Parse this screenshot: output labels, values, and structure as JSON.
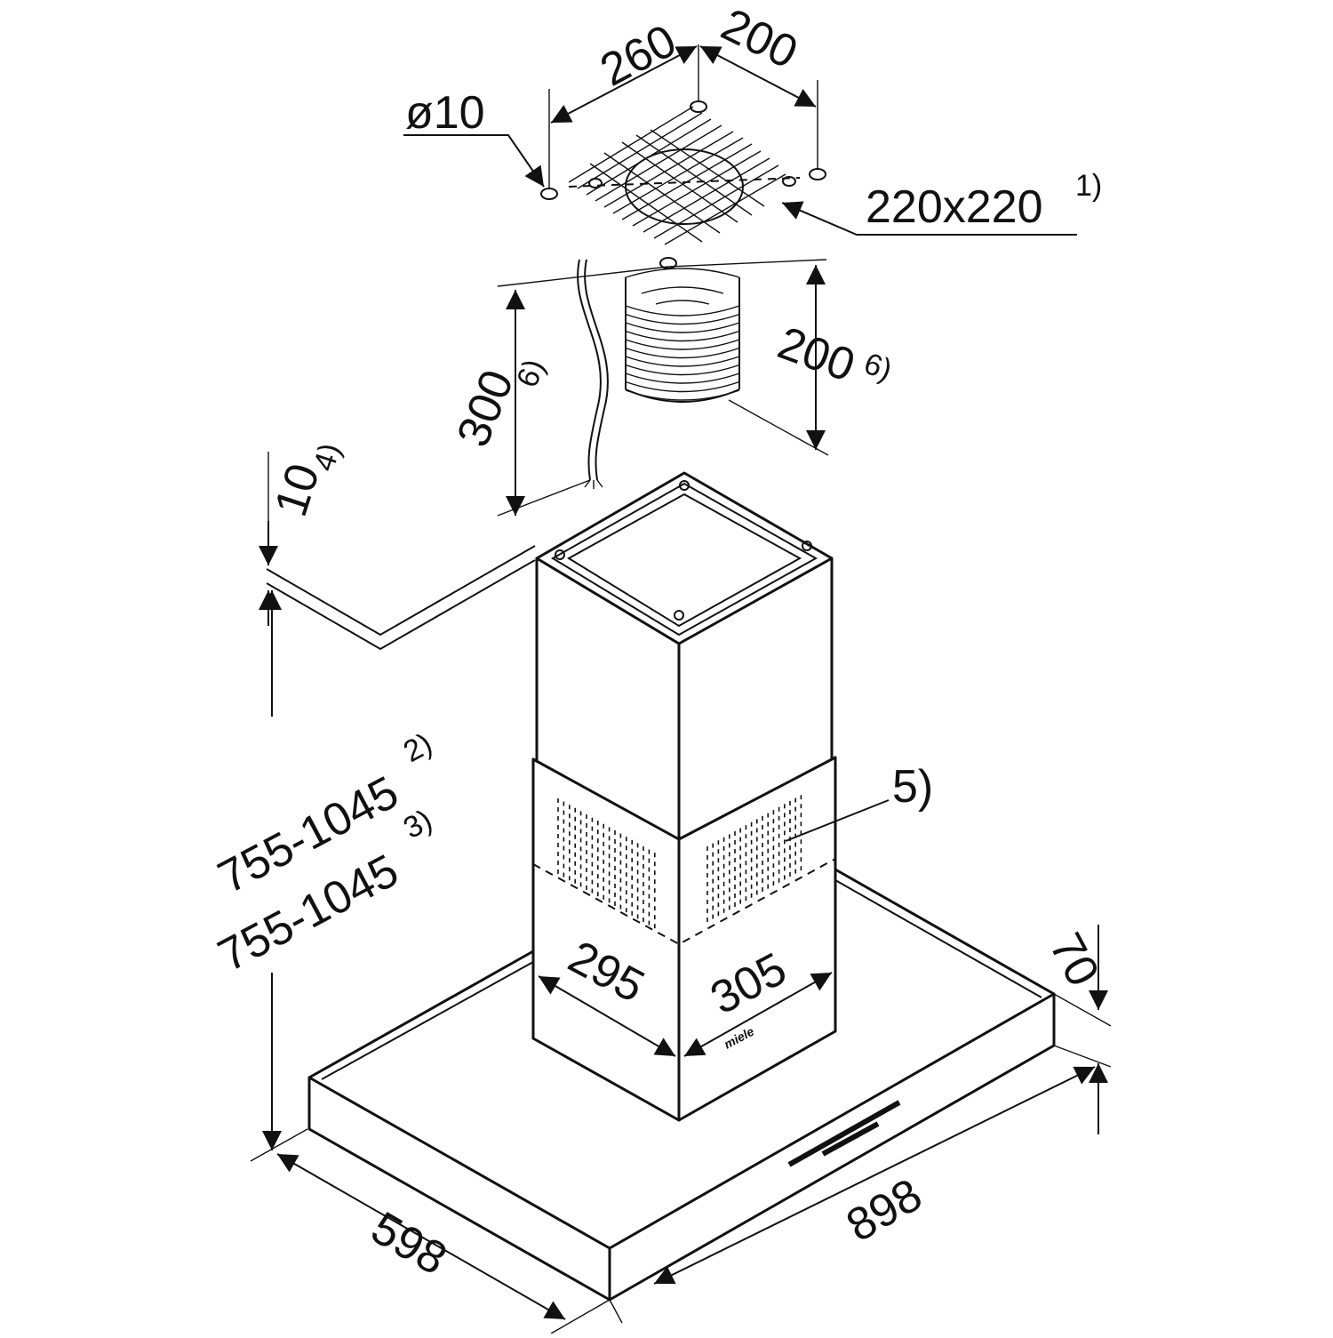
{
  "drawing": {
    "colors": {
      "line": "#111111",
      "background": "#ffffff"
    },
    "brand_mark": "miele",
    "dimensions": {
      "ceiling_hole_diameter": "ø10",
      "ceiling_holes_spacing_a": "260",
      "ceiling_holes_spacing_b": "200",
      "ceiling_opening": {
        "value": "220x220",
        "note": "1)"
      },
      "cable_length": {
        "value": "300",
        "note": "6)"
      },
      "duct_length": {
        "value": "200",
        "note": "6)"
      },
      "ceiling_offset": {
        "value": "10",
        "note": "4)"
      },
      "height_range_a": {
        "value": "755-1045",
        "note": "2)"
      },
      "height_range_b": {
        "value": "755-1045",
        "note": "3)"
      },
      "vent_note": "5)",
      "chimney_width": "295",
      "chimney_depth": "305",
      "canopy_thickness": "70",
      "canopy_depth": "598",
      "canopy_width": "898"
    }
  }
}
